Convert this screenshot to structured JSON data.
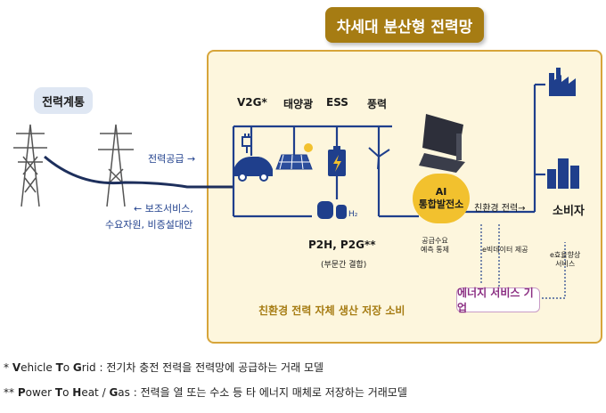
{
  "title": "차세대 분산형 전력망",
  "grid": {
    "label": "전력계통"
  },
  "flows": {
    "supply": "전력공급 →",
    "ancillary_line1": "← 보조서비스,",
    "ancillary_line2": "수요자원, 비증설대안",
    "green_power": "친환경 전력→"
  },
  "sources": {
    "v2g": "V2G*",
    "solar": "태양광",
    "ess": "ESS",
    "wind": "풍력"
  },
  "h2_label": "H₂",
  "p2h": {
    "label": "P2H, P2G**",
    "sub": "(부문간 결합)"
  },
  "ai_plant": {
    "line1": "AI",
    "line2": "통합발전소"
  },
  "control": {
    "line1": "공급수요",
    "line2": "예측 통제"
  },
  "bigdata": "e빅데이터 제공",
  "efficiency": {
    "line1": "e효율향상",
    "line2": "서비스"
  },
  "consumer": "소비자",
  "esco": "에너지 서비스 기업",
  "bottom_caption": "친환경 전력 자체 생산 저장  소비",
  "footnotes": {
    "f1_prefix": "* ",
    "f1_bold1": "V",
    "f1_r1": "ehicle ",
    "f1_bold2": "T",
    "f1_r2": "o ",
    "f1_bold3": "G",
    "f1_r3": "rid : 전기차 충전 전력을 전력망에 공급하는 거래 모델",
    "f2_prefix": "** ",
    "f2_bold1": "P",
    "f2_r1": "ower ",
    "f2_bold2": "T",
    "f2_r2": "o ",
    "f2_bold3": "H",
    "f2_r3": "eat / ",
    "f2_bold4": "G",
    "f2_r4": "as :  전력을 열 또는 수소 등 타 에너지 매체로 저장하는 거래모델"
  },
  "colors": {
    "banner": "#a67c13",
    "box_border": "#d7a53a",
    "box_fill": "#fdf6dd",
    "line": "#1f3f8c",
    "ai": "#f2c12e",
    "esco": "#8b2e82"
  }
}
